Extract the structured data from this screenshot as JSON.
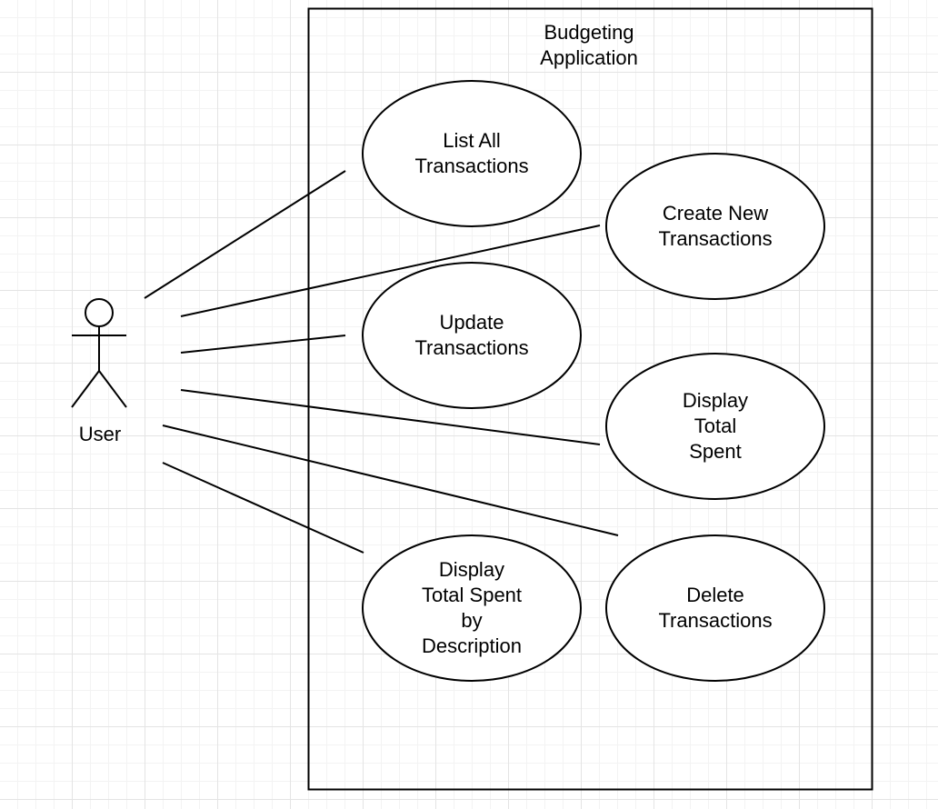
{
  "diagram": {
    "system": {
      "title": "Budgeting\nApplication"
    },
    "actor": {
      "label": "User"
    },
    "use_cases": [
      {
        "id": "list-all-transactions",
        "label": "List All\nTransactions"
      },
      {
        "id": "create-new-transactions",
        "label": "Create New\nTransactions"
      },
      {
        "id": "update-transactions",
        "label": "Update\nTransactions"
      },
      {
        "id": "display-total-spent",
        "label": "Display\nTotal\nSpent"
      },
      {
        "id": "display-total-spent-by-description",
        "label": "Display\nTotal Spent\nby\nDescription"
      },
      {
        "id": "delete-transactions",
        "label": "Delete\nTransactions"
      }
    ],
    "colors": {
      "stroke": "#000000",
      "fill": "#ffffff",
      "grid": "#e4e4e4"
    }
  }
}
